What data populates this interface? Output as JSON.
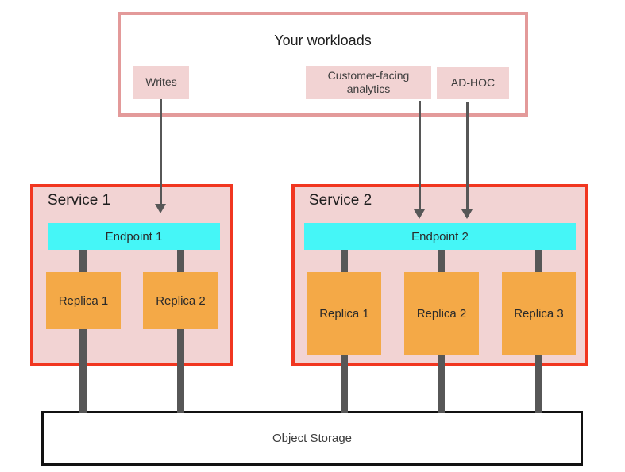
{
  "workloads": {
    "title": "Your workloads",
    "chips": [
      {
        "label": "Writes"
      },
      {
        "label": "Customer-facing analytics"
      },
      {
        "label": "AD-HOC"
      }
    ]
  },
  "services": [
    {
      "title": "Service 1",
      "endpoint": "Endpoint 1",
      "replicas": [
        "Replica 1",
        "Replica 2"
      ]
    },
    {
      "title": "Service 2",
      "endpoint": "Endpoint 2",
      "replicas": [
        "Replica 1",
        "Replica 2",
        "Replica 3"
      ]
    }
  ],
  "storage": {
    "label": "Object Storage"
  },
  "colors": {
    "salmon_border": "#e39a9a",
    "chip_bg": "#f2d3d3",
    "service_border": "#f13620",
    "service_bg": "#f2d3d3",
    "endpoint_bg": "#45f6f7",
    "replica_bg": "#f4a947",
    "connector_gray": "#575757",
    "storage_border": "#111111",
    "text_dark": "#1e1e1e",
    "text_label": "#3c3c3c"
  }
}
